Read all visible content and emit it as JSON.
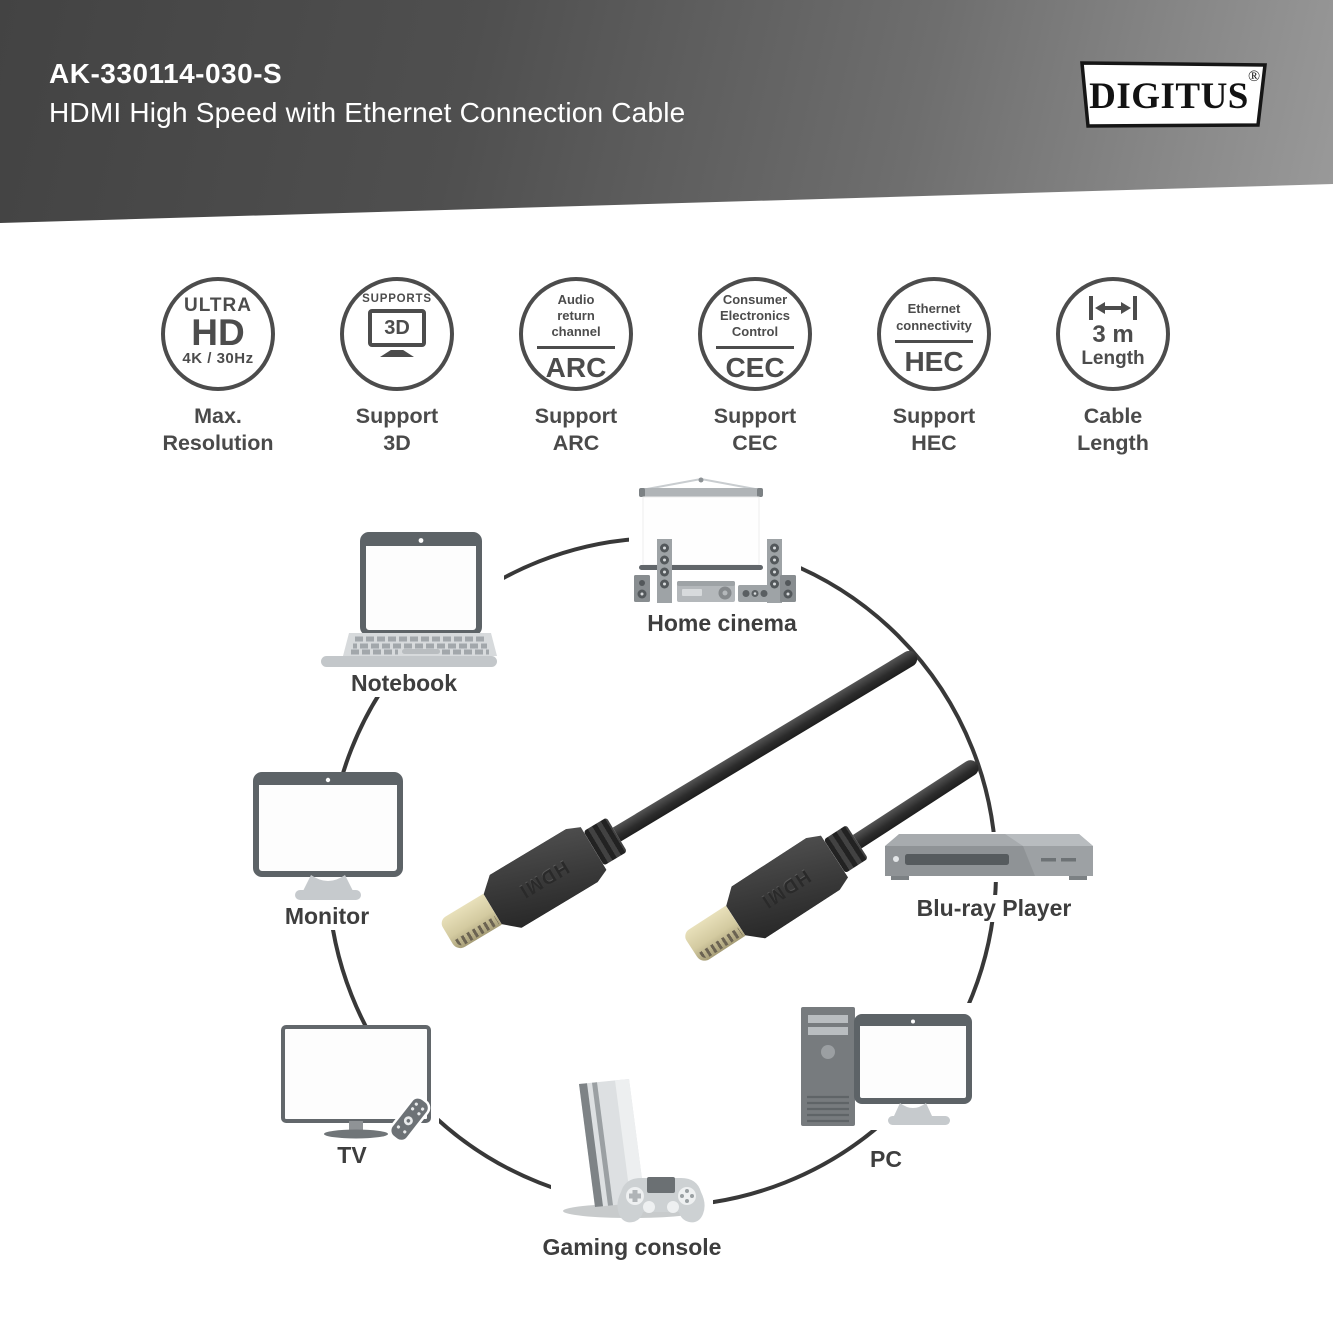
{
  "header": {
    "product_code": "AK-330114-030-S",
    "product_name": "HDMI High Speed with Ethernet Connection Cable",
    "brand": "DIGITUS",
    "registered_mark": "®"
  },
  "features": [
    {
      "circle": {
        "line1": "ULTRA",
        "line2": "HD",
        "line3": "4K / 30Hz"
      },
      "label_line1": "Max.",
      "label_line2": "Resolution"
    },
    {
      "circle": {
        "top": "SUPPORTS",
        "icon_text": "3D"
      },
      "label_line1": "Support",
      "label_line2": "3D"
    },
    {
      "circle": {
        "desc_line1": "Audio",
        "desc_line2": "return",
        "desc_line3": "channel",
        "acronym": "ARC"
      },
      "label_line1": "Support",
      "label_line2": "ARC"
    },
    {
      "circle": {
        "desc_line1": "Consumer",
        "desc_line2": "Electronics",
        "desc_line3": "Control",
        "acronym": "CEC"
      },
      "label_line1": "Support",
      "label_line2": "CEC"
    },
    {
      "circle": {
        "desc_line1": "Ethernet",
        "desc_line2": "connectivity",
        "acronym": "HEC"
      },
      "label_line1": "Support",
      "label_line2": "HEC"
    },
    {
      "circle": {
        "value": "3 m",
        "unit": "Length"
      },
      "label_line1": "Cable",
      "label_line2": "Length"
    }
  ],
  "diagram": {
    "devices": {
      "notebook": {
        "label": "Notebook"
      },
      "home_cinema": {
        "label": "Home cinema"
      },
      "monitor": {
        "label": "Monitor"
      },
      "bluray": {
        "label": "Blu-ray Player"
      },
      "tv": {
        "label": "TV"
      },
      "pc": {
        "label": "PC"
      },
      "gaming_console": {
        "label": "Gaming console"
      }
    },
    "cable": {
      "embossed_text": "HDMI"
    }
  },
  "colors": {
    "banner_gradient_start": "#434343",
    "banner_gradient_end": "#9a9a9a",
    "banner_text": "#ffffff",
    "feature_gray": "#4c4c4c",
    "device_label_gray": "#3e3e3e",
    "connection_line": "#383838",
    "connector_black": "#363636",
    "connector_gold": "#d3caa0",
    "device_gray": "#9aa0a3"
  }
}
